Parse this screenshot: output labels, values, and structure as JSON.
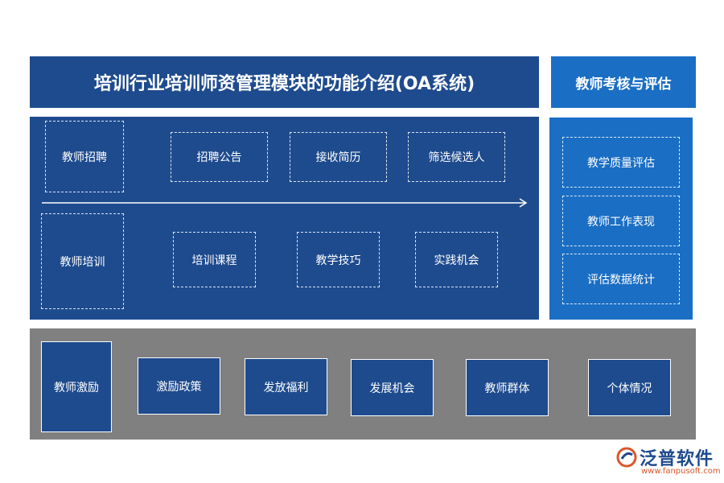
{
  "title": "培训行业培训师资管理模块的功能介绍(OA系统)",
  "recruitment": {
    "label": "教师招聘",
    "items": [
      "招聘公告",
      "接收简历",
      "筛选候选人"
    ]
  },
  "training": {
    "label": "教师培训",
    "items": [
      "培训课程",
      "教学技巧",
      "实践机会"
    ]
  },
  "evaluation": {
    "header": "教师考核与评估",
    "items": [
      "教学质量评估",
      "教师工作表现",
      "评估数据统计"
    ]
  },
  "motivation": {
    "label": "教师激励",
    "items": [
      "激励政策",
      "发放福利",
      "发展机会",
      "教师群体",
      "个体情况"
    ]
  },
  "logo": {
    "name": "泛普软件",
    "url": "www.fanpusoft.com"
  },
  "colors": {
    "navy": "#1e4b8e",
    "blue": "#1a6ec4",
    "grey": "#808080",
    "logo_orange": "#d9572b"
  }
}
